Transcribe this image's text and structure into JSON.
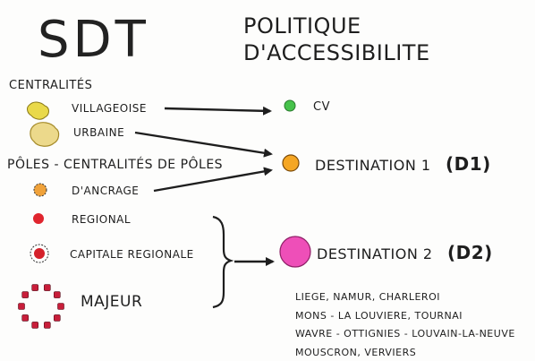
{
  "header": {
    "title": "SDT",
    "subtitle_line1": "POLITIQUE",
    "subtitle_line2": "D'ACCESSIBILITE"
  },
  "sections": {
    "centralites": "CENTRALITÉS",
    "poles": "PÔLES - CENTRALITÉS DE PÔLES"
  },
  "items": {
    "villageoise": "VILLAGEOISE",
    "urbaine": "URBAINE",
    "ancrage": "D'ANCRAGE",
    "regional": "REGIONAL",
    "capitale": "CAPITALE REGIONALE",
    "majeur": "MAJEUR"
  },
  "destinations": {
    "cv": "CV",
    "d1": "DESTINATION 1",
    "d1_code": "(D1)",
    "d2": "DESTINATION 2",
    "d2_code": "(D2)"
  },
  "cities": {
    "line1": "LIEGE, NAMUR, CHARLEROI",
    "line2": "MONS - LA LOUVIERE, TOURNAI",
    "line3": "WAVRE - OTTIGNIES - LOUVAIN-LA-NEUVE",
    "line4": "MOUSCRON, VERVIERS"
  },
  "colors": {
    "villageoise_fill": "#e9d94a",
    "urbaine_fill": "#ecd98b",
    "ancrage_fill": "#f0a23a",
    "regional_fill": "#e0252e",
    "capitale_fill": "#d4202a",
    "majeur_fill": "#c81e3a",
    "cv_fill": "#46c24b",
    "d1_fill": "#f5a623",
    "d2_fill": "#ee4fb8",
    "ink": "#1e1e1e"
  }
}
